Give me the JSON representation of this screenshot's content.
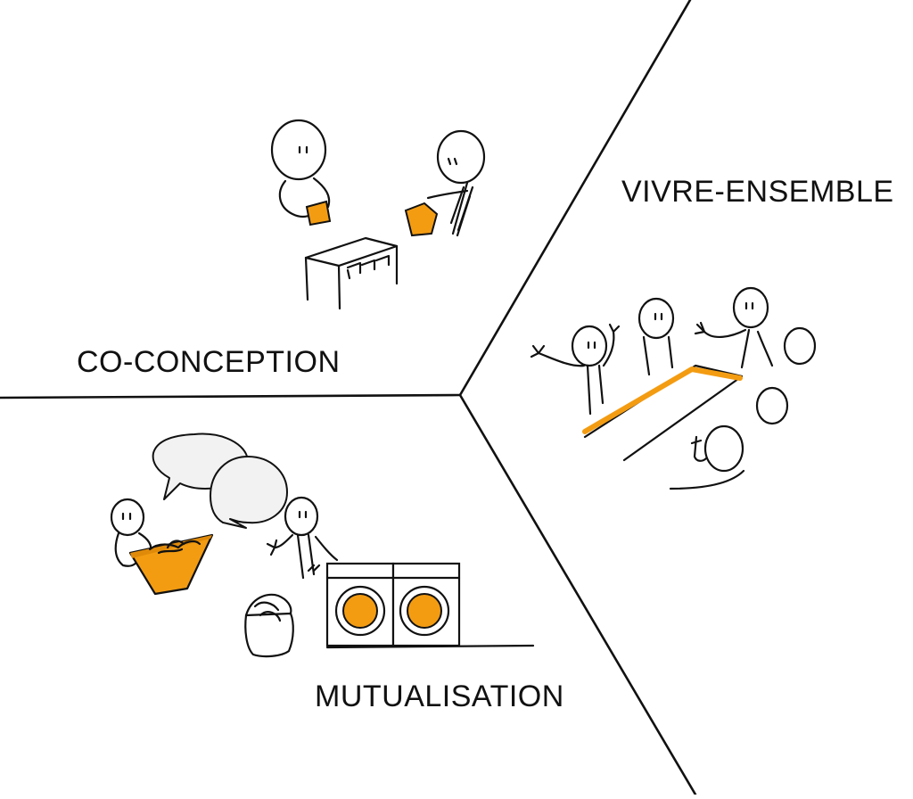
{
  "sections": {
    "co_conception": "CO-CONCEPTION",
    "vivre_ensemble": "VIVRE-ENSEMBLE",
    "mutualisation": "MUTUALISATION"
  },
  "colors": {
    "accent": "#f39c12",
    "ink": "#111111",
    "bubble_fill": "#f2f2f2",
    "background": "#ffffff"
  }
}
